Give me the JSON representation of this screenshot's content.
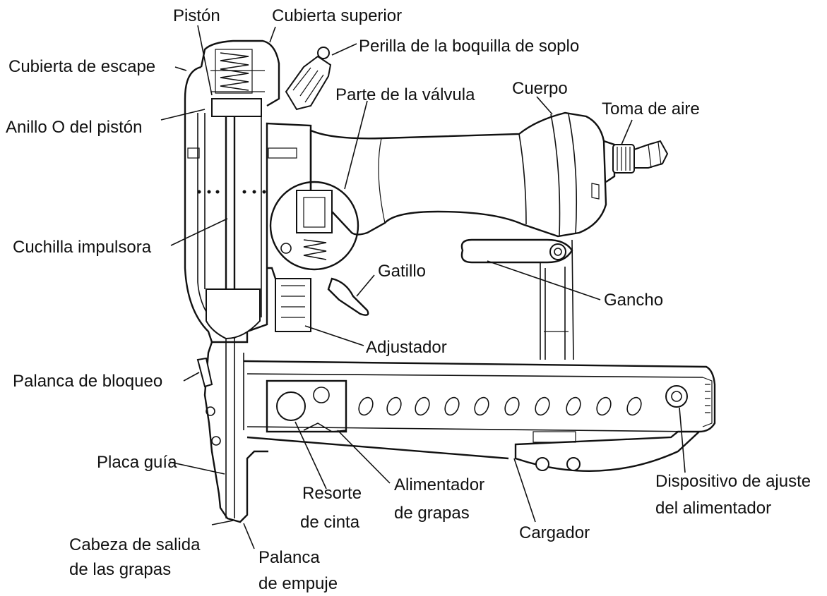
{
  "labels": {
    "piston": "Pistón",
    "top_cover": "Cubierta superior",
    "blow_nozzle_knob": "Perilla de la boquilla de soplo",
    "exhaust_cover": "Cubierta de escape",
    "valve_part": "Parte de la válvula",
    "body": "Cuerpo",
    "piston_o_ring": "Anillo O del pistón",
    "air_inlet": "Toma de aire",
    "driver_blade": "Cuchilla impulsora",
    "trigger": "Gatillo",
    "hook": "Gancho",
    "adjuster": "Adjustador",
    "lock_lever": "Palanca de bloqueo",
    "guide_plate": "Placa guía",
    "tape_spring_line1": "Resorte",
    "tape_spring_line2": "de cinta",
    "staple_feeder_line1": "Alimentador",
    "staple_feeder_line2": "de grapas",
    "feeder_adjuster_line1": "Dispositivo de ajuste",
    "feeder_adjuster_line2": "del alimentador",
    "magazine": "Cargador",
    "nose_line1": "Cabeza de salida",
    "nose_line2": "de las grapas",
    "push_lever_line1": "Palanca",
    "push_lever_line2": "de empuje"
  }
}
